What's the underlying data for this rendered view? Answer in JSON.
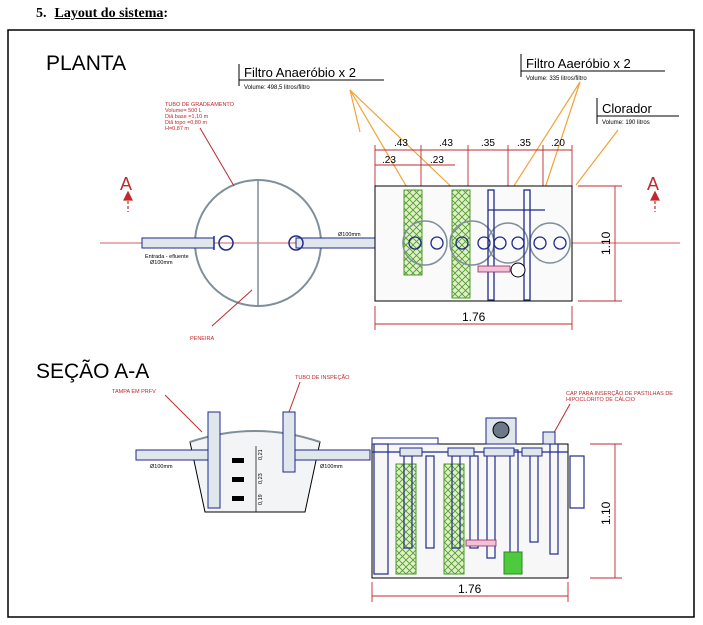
{
  "heading": {
    "number": "5.",
    "title": "Layout do sistema",
    "colon": ":"
  },
  "planta": {
    "title": "PLANTA",
    "filtro_anaerobio": {
      "label": "Filtro Anaeróbio x 2",
      "volume": "Volume: 498,5 litros/filtro"
    },
    "filtro_aerobio": {
      "label": "Filtro Aaeróbio x 2",
      "volume": "Volume: 335 litros/filtro"
    },
    "clorador": {
      "label": "Clorador",
      "volume": "Volume: 190 litros"
    },
    "tubo_gradeamento": [
      "TUBO DE GRADEAMENTO",
      "Volume= 500 L",
      "Diâ base =1,10 m",
      "Diâ topo =0,80 m",
      "H=0,87 m"
    ],
    "entrada": [
      "Entrada - efluente",
      "Ø100mm"
    ],
    "pipe_label": "Ø100mm",
    "peneira": "PENEIRA",
    "dims_top": [
      ".43",
      ".43",
      ".35",
      ".35",
      ".20"
    ],
    "dims_sub": [
      ".23",
      ".23"
    ],
    "dim_width": "1.76",
    "dim_height": "1.10",
    "section_marker": "A"
  },
  "secao": {
    "title": "SEÇÃO A-A",
    "tampa": "TAMPA EM PRFV",
    "tubo_inspecao": "TUBO DE INSPEÇÃO",
    "cap": [
      "CAP PARA INSERÇÃO DE PASTILHAS DE",
      "HIPOCLORITO DE CÁLCIO"
    ],
    "pipe_left": "Ø100mm",
    "pipe_mid": "Ø100mm",
    "dims_small": [
      "0,21",
      "0,23",
      "0,19"
    ],
    "dim_width": "1.76",
    "dim_height": "1.10"
  }
}
